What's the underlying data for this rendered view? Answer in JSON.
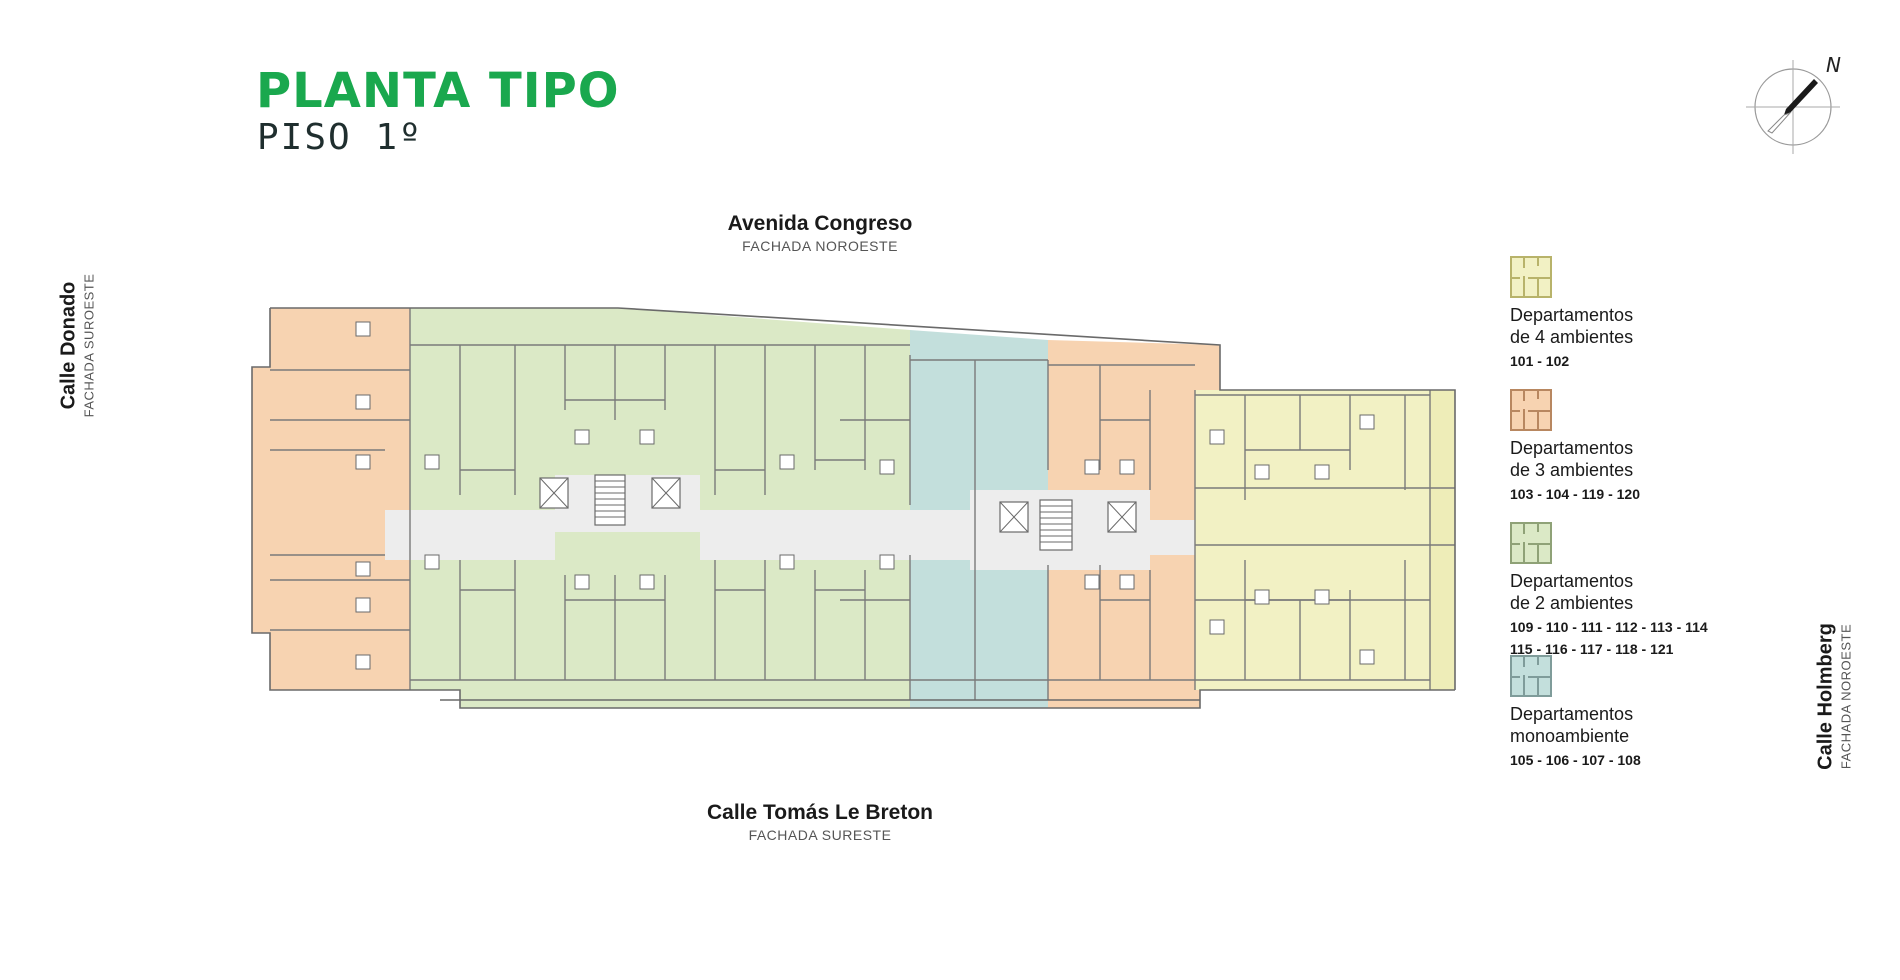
{
  "header": {
    "title": "PLANTA TIPO",
    "subtitle": "PISO 1º"
  },
  "compass": {
    "label": "N",
    "icon": "north-arrow-icon"
  },
  "streets": {
    "top": {
      "name": "Avenida Congreso",
      "facade": "FACHADA NOROESTE"
    },
    "bottom": {
      "name": "Calle Tomás Le Breton",
      "facade": "FACHADA SURESTE"
    },
    "left": {
      "name": "Calle Donado",
      "facade": "FACHADA SUROESTE"
    },
    "right": {
      "name": "Calle Holmberg",
      "facade": "FACHADA NOROESTE"
    }
  },
  "colors": {
    "title": "#1aa84e",
    "four_rooms": "#f2f1c4",
    "three_rooms": "#f7d3b1",
    "two_rooms": "#dbe9c6",
    "studio": "#c3dfdc",
    "circulation": "#eeeeee",
    "walls": "#6a6a6a"
  },
  "legend": [
    {
      "type": "four",
      "line1": "Departamentos",
      "line2": "de 4 ambientes",
      "units1": "101 - 102",
      "units2": "",
      "icon_color": "#f2f1c4",
      "icon_border": "#b8b36a"
    },
    {
      "type": "three",
      "line1": "Departamentos",
      "line2": "de 3 ambientes",
      "units1": "103 - 104 - 119 - 120",
      "units2": "",
      "icon_color": "#f7d3b1",
      "icon_border": "#b88760"
    },
    {
      "type": "two",
      "line1": "Departamentos",
      "line2": "de 2 ambientes",
      "units1": "109 - 110 - 111 - 112 - 113 - 114",
      "units2": "115 - 116 - 117 - 118 - 121",
      "icon_color": "#dbe9c6",
      "icon_border": "#8fa277"
    },
    {
      "type": "studio",
      "line1": "Departamentos",
      "line2": "monoambiente",
      "units1": "105 - 106 - 107 - 108",
      "units2": "",
      "icon_color": "#c3dfdc",
      "icon_border": "#7f9c9a"
    }
  ]
}
